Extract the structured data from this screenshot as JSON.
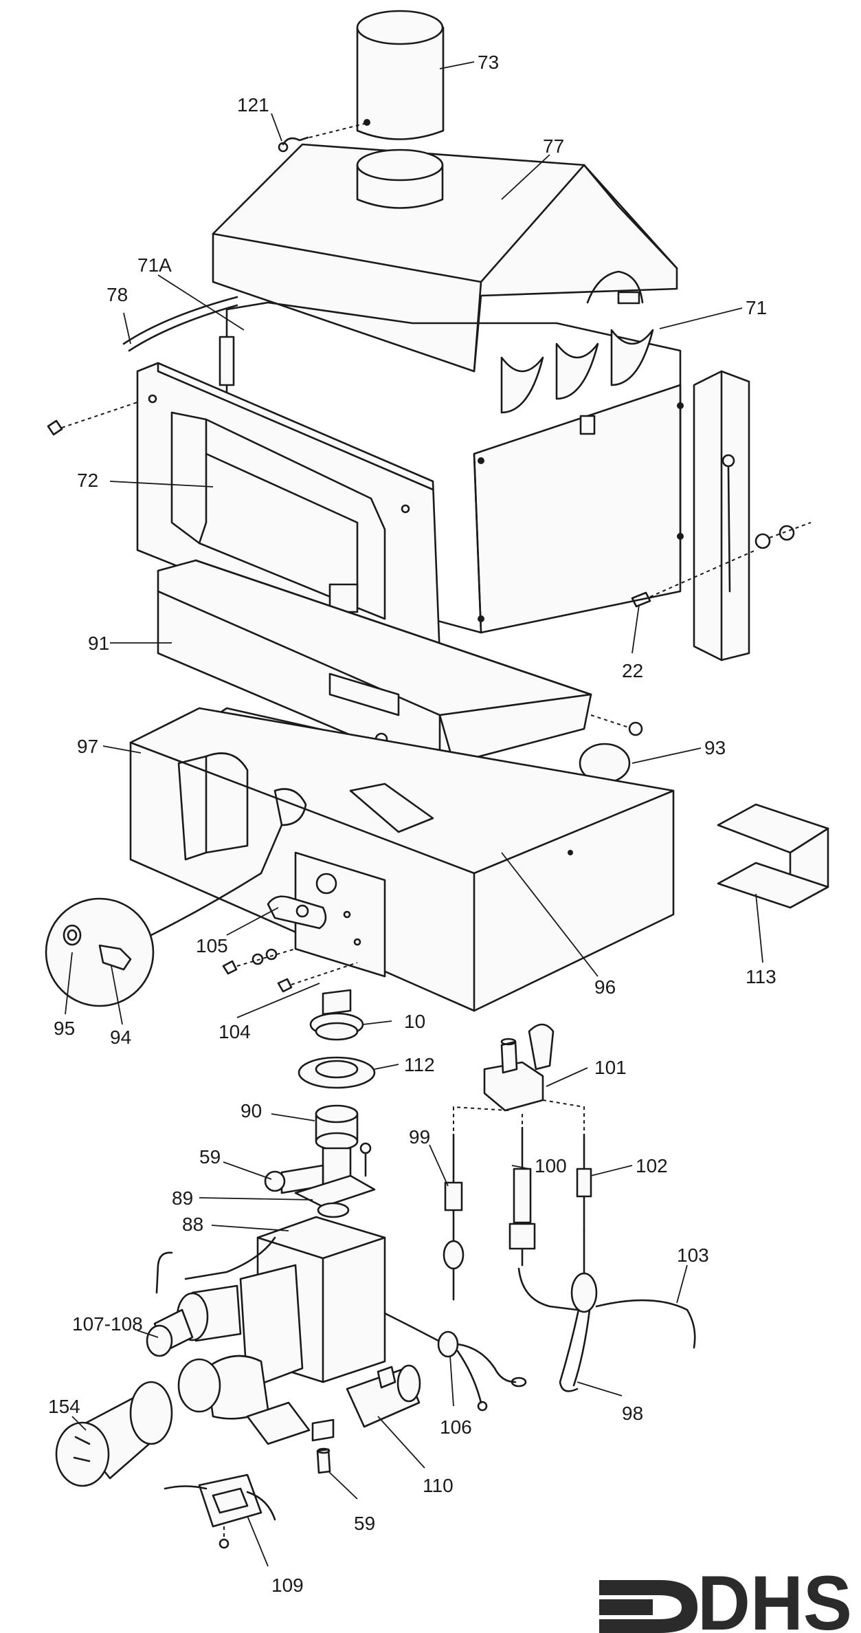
{
  "diagram": {
    "part_labels": [
      {
        "id": "p73",
        "text": "73"
      },
      {
        "id": "p121",
        "text": "121"
      },
      {
        "id": "p77",
        "text": "77"
      },
      {
        "id": "p71A",
        "text": "71A"
      },
      {
        "id": "p78",
        "text": "78"
      },
      {
        "id": "p71",
        "text": "71"
      },
      {
        "id": "p72",
        "text": "72"
      },
      {
        "id": "p22",
        "text": "22"
      },
      {
        "id": "p91",
        "text": "91"
      },
      {
        "id": "p97",
        "text": "97"
      },
      {
        "id": "p93",
        "text": "93"
      },
      {
        "id": "p113",
        "text": "113"
      },
      {
        "id": "p105",
        "text": "105"
      },
      {
        "id": "p96",
        "text": "96"
      },
      {
        "id": "p95",
        "text": "95"
      },
      {
        "id": "p94",
        "text": "94"
      },
      {
        "id": "p104",
        "text": "104"
      },
      {
        "id": "p10",
        "text": "10"
      },
      {
        "id": "p112",
        "text": "112"
      },
      {
        "id": "p101",
        "text": "101"
      },
      {
        "id": "p90",
        "text": "90"
      },
      {
        "id": "p59a",
        "text": "59"
      },
      {
        "id": "p99",
        "text": "99"
      },
      {
        "id": "p100",
        "text": "100"
      },
      {
        "id": "p102",
        "text": "102"
      },
      {
        "id": "p89",
        "text": "89"
      },
      {
        "id": "p88",
        "text": "88"
      },
      {
        "id": "p103",
        "text": "103"
      },
      {
        "id": "p107",
        "text": "107-108"
      },
      {
        "id": "p154",
        "text": "154"
      },
      {
        "id": "p106",
        "text": "106"
      },
      {
        "id": "p98",
        "text": "98"
      },
      {
        "id": "p110",
        "text": "110"
      },
      {
        "id": "p59b",
        "text": "59"
      },
      {
        "id": "p109",
        "text": "109"
      }
    ]
  },
  "logo": {
    "text": "DHS",
    "color": "#2b2b2b"
  },
  "colors": {
    "ink": "#1a1a1a",
    "paper": "#ffffff"
  }
}
